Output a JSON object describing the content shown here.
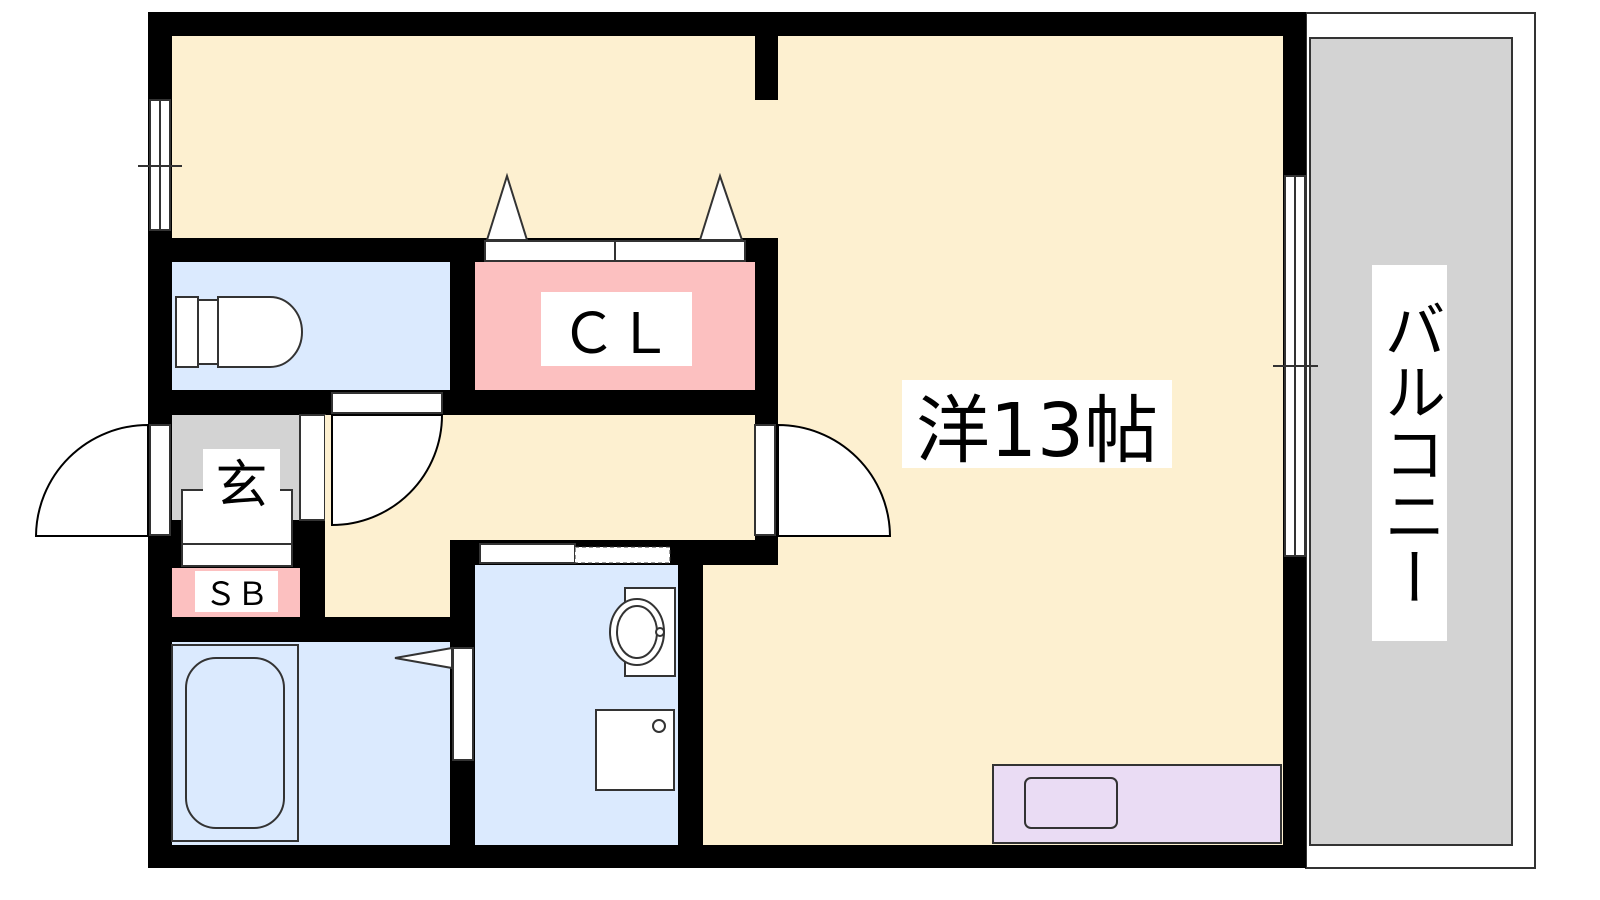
{
  "rooms": {
    "main_room": "洋13帖",
    "closet": "ＣＬ",
    "entrance": "玄",
    "shoe_box": "ＳＢ",
    "balcony": "バルコニー"
  },
  "colors": {
    "room": "#fdf0d0",
    "wet_area": "#dbeafe",
    "storage": "#fcc0c0",
    "entrance": "#d3d3d3",
    "balcony": "#d3d3d3",
    "kitchen": "#eadcf4",
    "wall": "#000000"
  }
}
